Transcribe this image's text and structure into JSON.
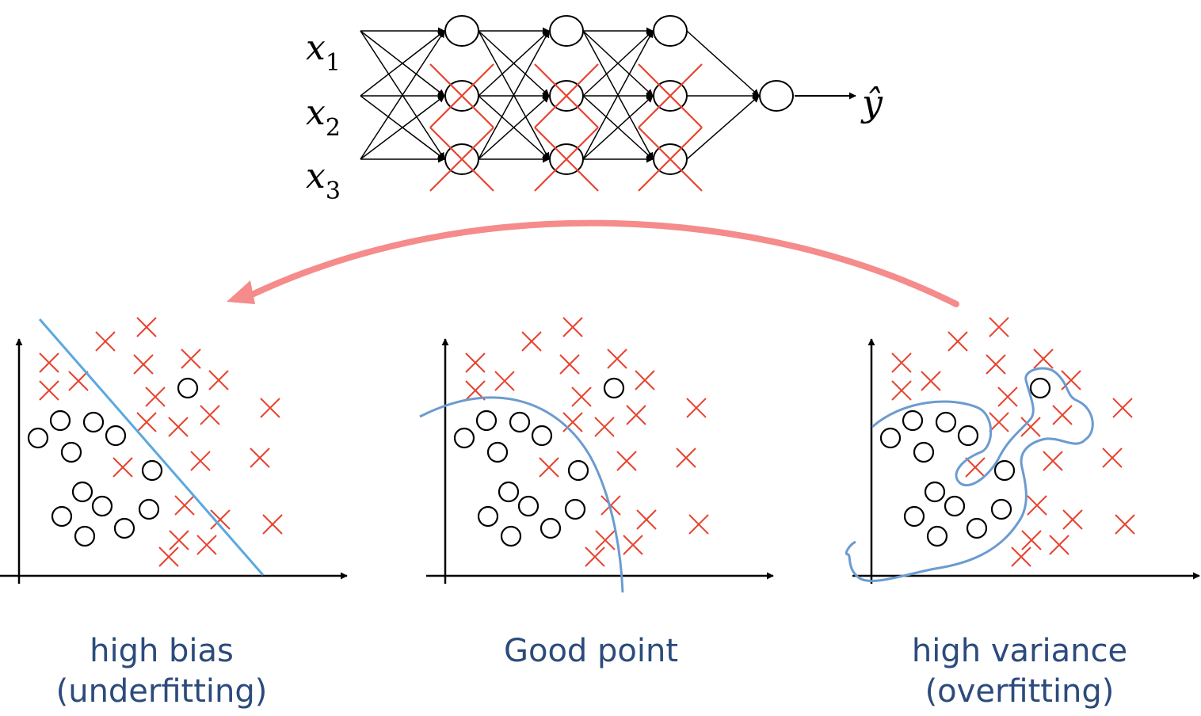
{
  "network": {
    "inputs": [
      {
        "var": "x",
        "sub": "1"
      },
      {
        "var": "x",
        "sub": "2"
      },
      {
        "var": "x",
        "sub": "3"
      }
    ],
    "output_label": "ŷ",
    "hidden_layers": [
      {
        "dropped": [
          false,
          true,
          true
        ]
      },
      {
        "dropped": [
          false,
          true,
          true
        ]
      },
      {
        "dropped": [
          false,
          true,
          true
        ]
      }
    ]
  },
  "panels": [
    {
      "caption_line1": "high bias",
      "caption_line2": "(underfitting)"
    },
    {
      "caption_line1": "Good point",
      "caption_line2": ""
    },
    {
      "caption_line1": "high variance",
      "caption_line2": "(overfitting)"
    }
  ],
  "colors": {
    "cross": "#e8432f",
    "boundary": "#6b9bd0",
    "arrow": "#f58b8b",
    "caption": "#2c4b7c"
  }
}
